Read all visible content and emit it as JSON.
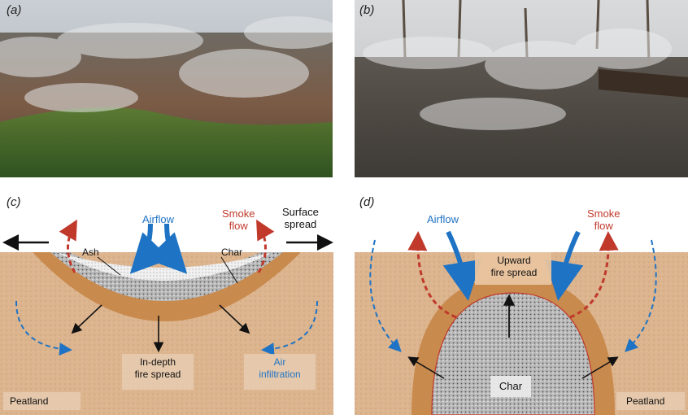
{
  "panels": {
    "a": {
      "label": "(a)"
    },
    "b": {
      "label": "(b)"
    },
    "c": {
      "label": "(c)",
      "airflow": "Airflow",
      "smoke_flow_line1": "Smoke",
      "smoke_flow_line2": "flow",
      "surface_spread_line1": "Surface",
      "surface_spread_line2": "spread",
      "ash": "Ash",
      "char": "Char",
      "in_depth_line1": "In-depth",
      "in_depth_line2": "fire spread",
      "air_infiltration_line1": "Air",
      "air_infiltration_line2": "infiltration",
      "peatland": "Peatland"
    },
    "d": {
      "label": "(d)",
      "airflow": "Airflow",
      "smoke_flow_line1": "Smoke",
      "smoke_flow_line2": "flow",
      "upward_line1": "Upward",
      "upward_line2": "fire spread",
      "char": "Char",
      "peatland": "Peatland"
    }
  },
  "colors": {
    "airflow_blue": "#1f73c4",
    "smoke_red": "#c0392b",
    "peat": "#dcb48e",
    "burning_peat": "#c98a4e",
    "char_grey": "#8f8f8f"
  }
}
